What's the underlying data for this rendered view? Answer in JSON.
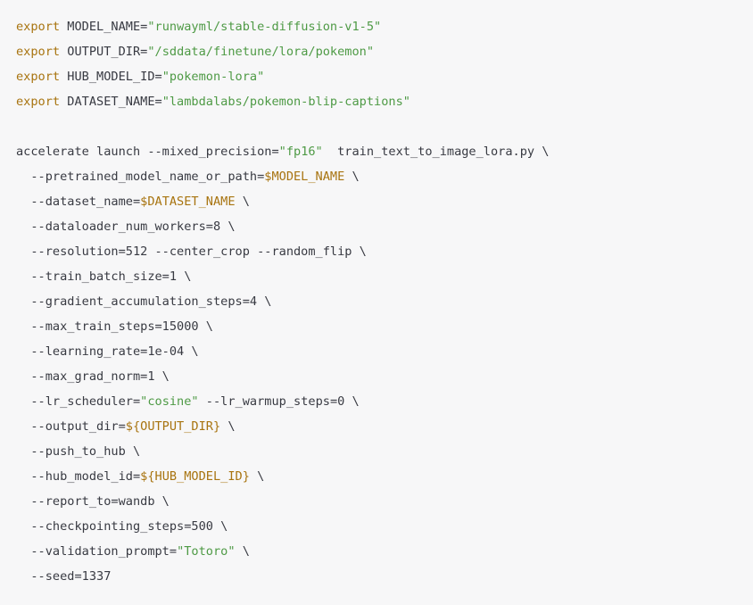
{
  "code": {
    "env": [
      {
        "keyword": "export",
        "text": " MODEL_NAME=",
        "string": "\"runwayml/stable-diffusion-v1-5\""
      },
      {
        "keyword": "export",
        "text": " OUTPUT_DIR=",
        "string": "\"/sddata/finetune/lora/pokemon\""
      },
      {
        "keyword": "export",
        "text": " HUB_MODEL_ID=",
        "string": "\"pokemon-lora\""
      },
      {
        "keyword": "export",
        "text": " DATASET_NAME=",
        "string": "\"lambdalabs/pokemon-blip-captions\""
      }
    ],
    "command": {
      "pre": "accelerate launch --mixed_precision=",
      "string": "\"fp16\"",
      "post": "  train_text_to_image_lora.py \\"
    },
    "args": {
      "a1_pre": "  --pretrained_model_name_or_path=",
      "a1_var": "$MODEL_NAME",
      "a1_post": " \\",
      "a2_pre": "  --dataset_name=",
      "a2_var": "$DATASET_NAME",
      "a2_post": " \\",
      "a3": "  --dataloader_num_workers=8 \\",
      "a4": "  --resolution=512 --center_crop --random_flip \\",
      "a5": "  --train_batch_size=1 \\",
      "a6": "  --gradient_accumulation_steps=4 \\",
      "a7": "  --max_train_steps=15000 \\",
      "a8": "  --learning_rate=1e-04 \\",
      "a9": "  --max_grad_norm=1 \\",
      "a10_pre": "  --lr_scheduler=",
      "a10_str": "\"cosine\"",
      "a10_post": " --lr_warmup_steps=0 \\",
      "a11_pre": "  --output_dir=",
      "a11_var": "${OUTPUT_DIR}",
      "a11_post": " \\",
      "a12": "  --push_to_hub \\",
      "a13_pre": "  --hub_model_id=",
      "a13_var": "${HUB_MODEL_ID}",
      "a13_post": " \\",
      "a14": "  --report_to=wandb \\",
      "a15": "  --checkpointing_steps=500 \\",
      "a16_pre": "  --validation_prompt=",
      "a16_str": "\"Totoro\"",
      "a16_post": " \\",
      "a17": "  --seed=1337"
    }
  }
}
